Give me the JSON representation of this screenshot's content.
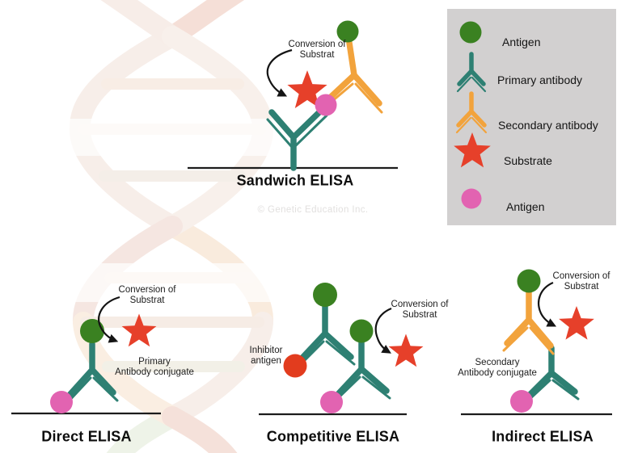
{
  "colors": {
    "teal": "#2e8073",
    "orange": "#f2a33c",
    "green": "#3a8121",
    "pink": "#e263b1",
    "red": "#e6402a",
    "inhibitor": "#e23c1e",
    "legend_bg": "#d2d0d0",
    "line": "#1c1c1c"
  },
  "watermark": "© Genetic Education Inc.",
  "legend": {
    "items": [
      {
        "icon": "antigen-green-icon",
        "label": "Antigen"
      },
      {
        "icon": "primary-antibody-icon",
        "label": "Primary antibody"
      },
      {
        "icon": "secondary-antibody-icon",
        "label": "Secondary antibody"
      },
      {
        "icon": "substrate-icon",
        "label": "Substrate"
      },
      {
        "icon": "antigen-pink-icon",
        "label": "Antigen"
      }
    ]
  },
  "diagrams": {
    "sandwich": {
      "title": "Sandwich ELISA",
      "conversion_line1": "Conversion of",
      "conversion_line2": "Substrat"
    },
    "direct": {
      "title": "Direct ELISA",
      "conversion_line1": "Conversion of",
      "conversion_line2": "Substrat",
      "note_line1": "Primary",
      "note_line2": "Antibody conjugate"
    },
    "competitive": {
      "title": "Competitive ELISA",
      "conversion_line1": "Conversion of",
      "conversion_line2": "Substrat",
      "note_line1": "Inhibitor",
      "note_line2": "antigen"
    },
    "indirect": {
      "title": "Indirect ELISA",
      "conversion_line1": "Conversion of",
      "conversion_line2": "Substrat",
      "note_line1": "Secondary",
      "note_line2": "Antibody conjugate"
    }
  }
}
